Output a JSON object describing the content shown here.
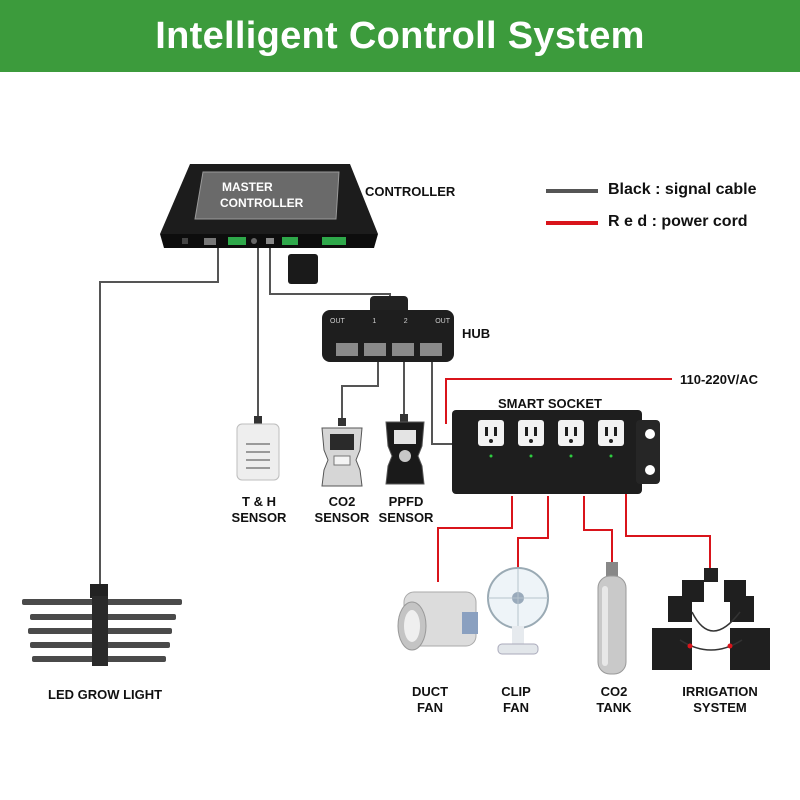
{
  "title": "Intelligent Controll System",
  "colors": {
    "banner": "#3c9b3c",
    "signal_cable": "#555555",
    "power_cord": "#d9141b"
  },
  "legend": {
    "signal_label": "Black : signal cable",
    "power_label": "R e d : power cord"
  },
  "controller": {
    "screen_line1": "MASTER",
    "screen_line2": "CONTROLLER",
    "label": "CONTROLLER"
  },
  "hub": {
    "label": "HUB",
    "port_labels": [
      "OUT",
      "1",
      "2",
      "OUT"
    ]
  },
  "power": {
    "voltage_label": "110-220V/AC"
  },
  "smart_socket": {
    "label": "SMART SOCKET"
  },
  "sensors": {
    "th": {
      "line1": "T & H",
      "line2": "SENSOR"
    },
    "co2": {
      "line1": "CO2",
      "line2": "SENSOR"
    },
    "ppfd": {
      "line1": "PPFD",
      "line2": "SENSOR"
    }
  },
  "grow_light": {
    "label": "LED GROW LIGHT"
  },
  "devices": {
    "duct_fan": {
      "line1": "DUCT",
      "line2": "FAN"
    },
    "clip_fan": {
      "line1": "CLIP",
      "line2": "FAN"
    },
    "co2_tank": {
      "line1": "CO2",
      "line2": "TANK"
    },
    "irrigation": {
      "line1": "IRRIGATION",
      "line2": "SYSTEM"
    }
  }
}
